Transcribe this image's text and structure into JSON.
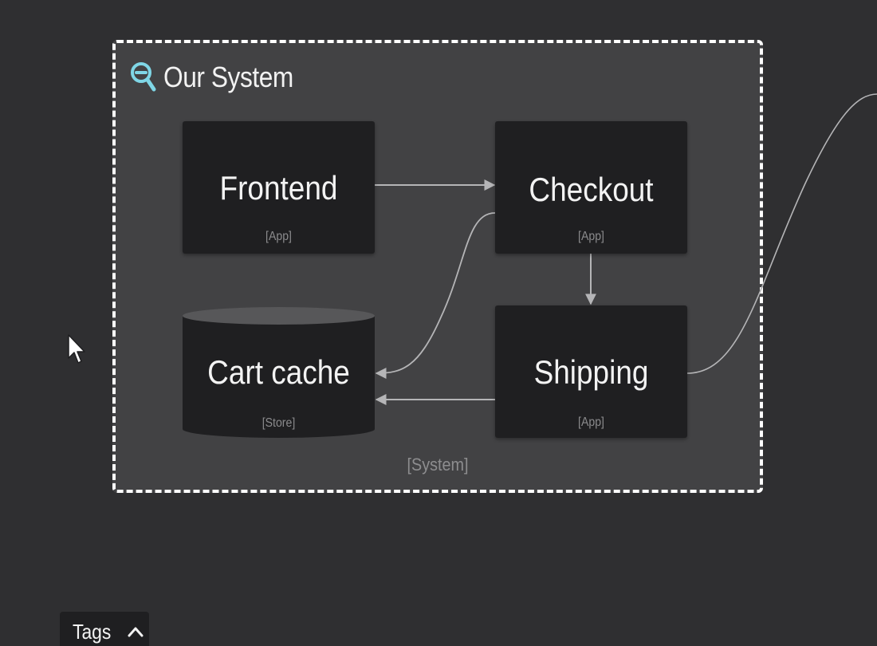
{
  "group": {
    "title": "Our System",
    "tag": "[System]",
    "icon": "zoom-out-icon",
    "icon_color": "#7fd6e6"
  },
  "nodes": {
    "frontend": {
      "name": "Frontend",
      "tag": "[App]"
    },
    "checkout": {
      "name": "Checkout",
      "tag": "[App]"
    },
    "cart_cache": {
      "name": "Cart cache",
      "tag": "[Store]"
    },
    "shipping": {
      "name": "Shipping",
      "tag": "[App]"
    }
  },
  "edges": [
    {
      "from": "Frontend",
      "to": "Checkout"
    },
    {
      "from": "Checkout",
      "to": "Shipping"
    },
    {
      "from": "Checkout",
      "to": "Cart cache"
    },
    {
      "from": "Shipping",
      "to": "Cart cache"
    },
    {
      "from": "Shipping",
      "to": "external"
    }
  ],
  "tags_panel": {
    "label": "Tags",
    "icon": "chevron-up-icon"
  },
  "colors": {
    "background": "#2f2f31",
    "group_fill": "#424244",
    "node_fill": "#1f1f21",
    "edge": "#b5b5b7"
  }
}
